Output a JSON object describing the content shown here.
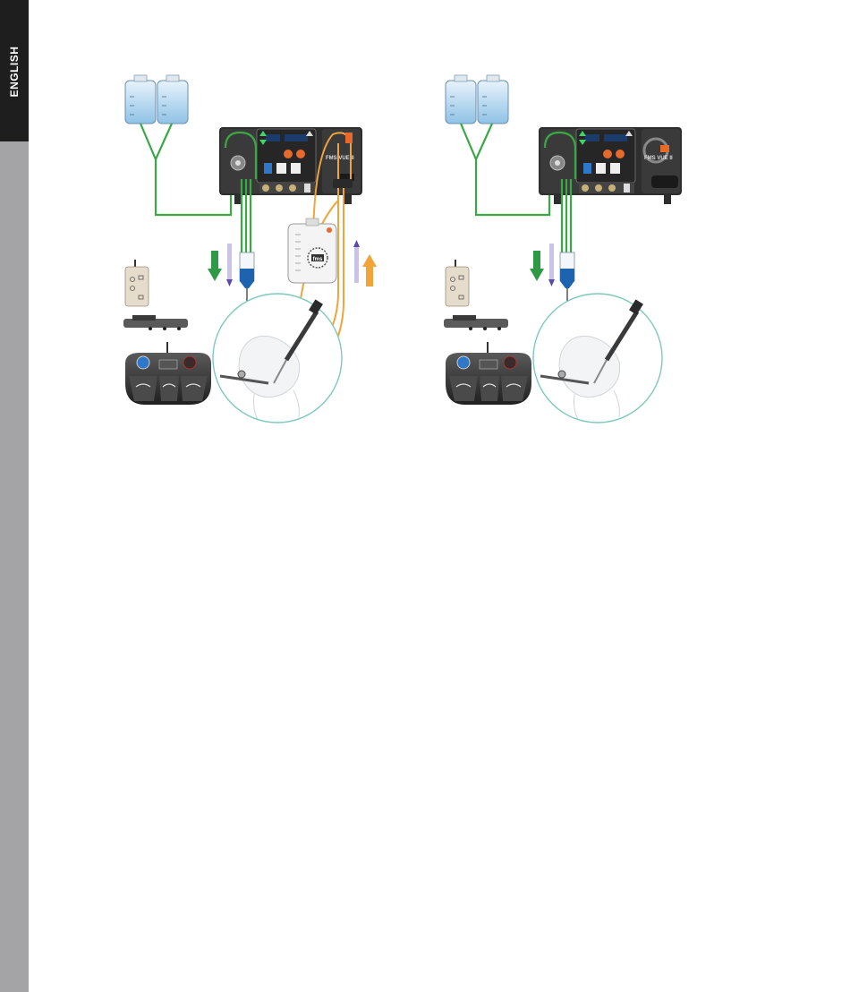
{
  "page": {
    "language_tab": "ENGLISH"
  },
  "pump": {
    "brand": "FMS",
    "outflow_label": "FMS VUE II"
  },
  "collector": {
    "logo": "fms"
  },
  "colors": {
    "inflow_tubing": "#3aa845",
    "outflow_tubing": "#f0a43a",
    "scope_circle": "#7ec9bc",
    "pump_body": "#2e2e2e",
    "sidebar": "#a4a4a6",
    "language_tab": "#1e1e1e"
  },
  "icons": {
    "inflow_arrow": "arrow-down-icon",
    "outflow_arrow": "arrow-up-icon"
  }
}
